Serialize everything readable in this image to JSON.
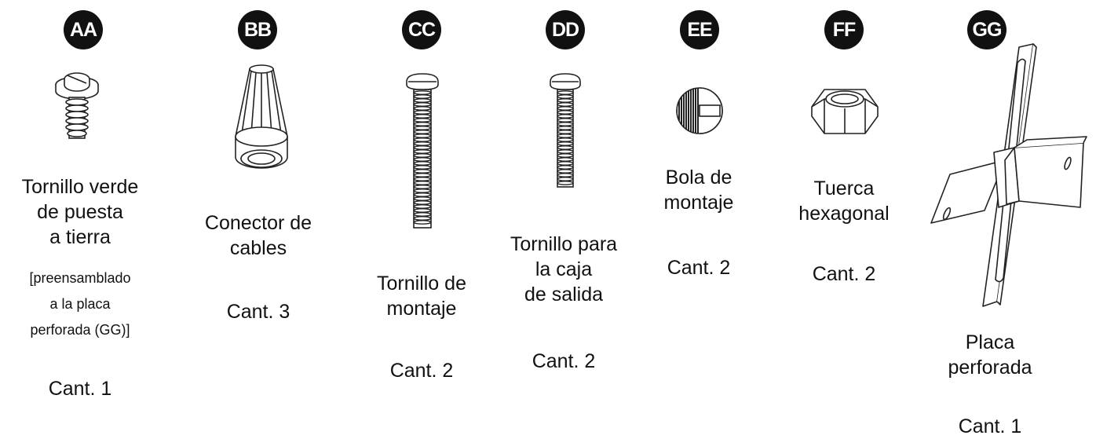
{
  "parts": [
    {
      "id": "AA",
      "name_lines": [
        "Tornillo verde",
        "de puesta",
        "a tierra"
      ],
      "note_lines": [
        "[preensamblado",
        "a la placa",
        "perforada (GG)]"
      ],
      "qty": "Cant. 1",
      "icon": "green-ground-screw-icon"
    },
    {
      "id": "BB",
      "name_lines": [
        "Conector de",
        "cables"
      ],
      "qty": "Cant. 3",
      "icon": "wire-connector-icon"
    },
    {
      "id": "CC",
      "name_lines": [
        "Tornillo de",
        "montaje"
      ],
      "qty": "Cant. 2",
      "icon": "mounting-screw-icon"
    },
    {
      "id": "DD",
      "name_lines": [
        "Tornillo para",
        "la caja",
        "de salida"
      ],
      "qty": "Cant. 2",
      "icon": "outlet-box-screw-icon"
    },
    {
      "id": "EE",
      "name_lines": [
        "Bola de",
        "montaje"
      ],
      "qty": "Cant. 2",
      "icon": "mounting-ball-icon"
    },
    {
      "id": "FF",
      "name_lines": [
        "Tuerca",
        "hexagonal"
      ],
      "qty": "Cant. 2",
      "icon": "hex-nut-icon"
    },
    {
      "id": "GG",
      "name_lines": [
        "Placa",
        "perforada"
      ],
      "qty": "Cant. 1",
      "icon": "perforated-plate-icon"
    }
  ]
}
